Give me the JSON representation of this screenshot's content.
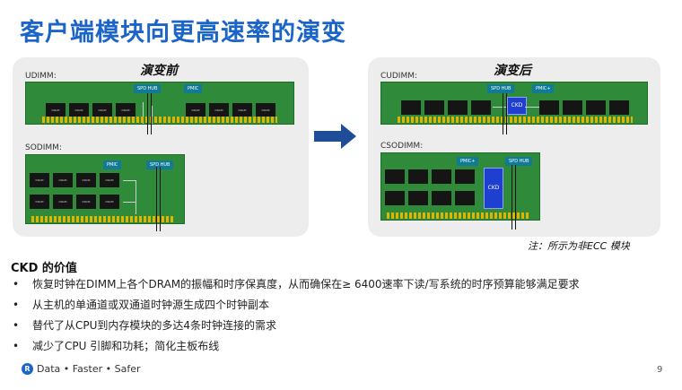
{
  "title": "客户端模块向更高速率的演变",
  "before": {
    "heading": "演变前",
    "udimm_label": "UDIMM:",
    "sodimm_label": "SODIMM:",
    "spdhub": "SPD HUB",
    "pmic": "PMIC",
    "chip": "DRAM"
  },
  "after": {
    "heading": "演变后",
    "cudimm_label": "CUDIMM:",
    "csodimm_label": "CSODIMM:",
    "spdhub": "SPD HUB",
    "pmic": "PMIC+",
    "ckd": "CKD"
  },
  "arrow_icon": "right-arrow-icon",
  "note": "注：所示为非ECC 模块",
  "section_title": "CKD 的价值",
  "bullets": [
    "恢复时钟在DIMM上各个DRAM的振幅和时序保真度，从而确保在≥ 6400速率下读/写系统的时序预算能够满足要求",
    "从主机的单通道或双通道时钟源生成四个时钟副本",
    "替代了从CPU到内存模块的多达4条时钟连接的需求",
    "减少了CPU 引脚和功耗；简化主板布线"
  ],
  "footer": {
    "logo": "R",
    "brand": "Data • Faster • Safer"
  },
  "page_number": "9"
}
